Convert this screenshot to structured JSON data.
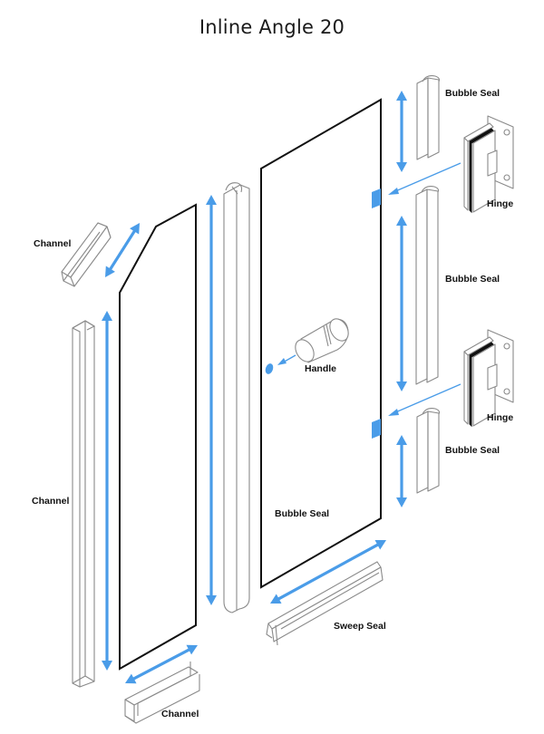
{
  "title": "Inline Angle 20",
  "accent_color": "#4a9ce8",
  "labels": {
    "bubble_seal_top": "Bubble Seal",
    "hinge_top": "Hinge",
    "channel_top": "Channel",
    "bubble_seal_mid": "Bubble Seal",
    "handle": "Handle",
    "hinge_bottom": "Hinge",
    "bubble_seal_lower": "Bubble Seal",
    "channel_left": "Channel",
    "bubble_seal_door": "Bubble Seal",
    "sweep_seal": "Sweep Seal",
    "channel_bottom": "Channel"
  }
}
